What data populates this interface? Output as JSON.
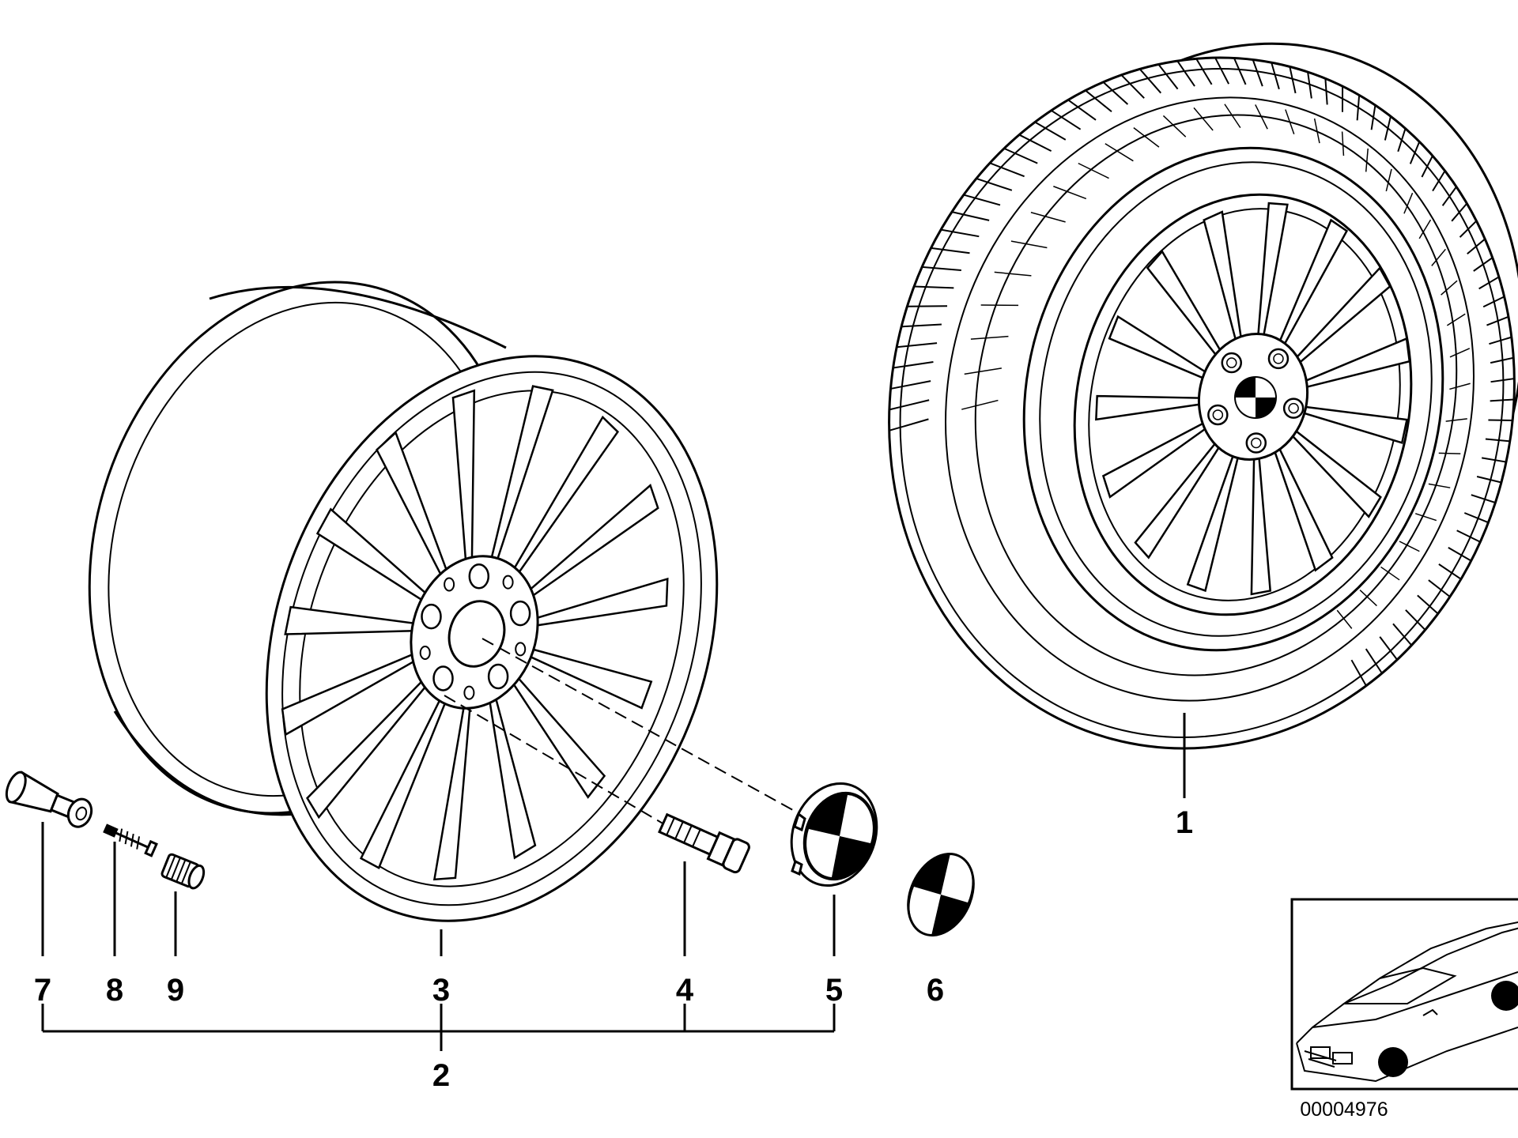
{
  "diagram": {
    "callouts": [
      {
        "id": "1",
        "label": "1"
      },
      {
        "id": "2",
        "label": "2"
      },
      {
        "id": "3",
        "label": "3"
      },
      {
        "id": "4",
        "label": "4"
      },
      {
        "id": "5",
        "label": "5"
      },
      {
        "id": "6",
        "label": "6"
      },
      {
        "id": "7",
        "label": "7"
      },
      {
        "id": "8",
        "label": "8"
      },
      {
        "id": "9",
        "label": "9"
      }
    ],
    "document_number": "00004976",
    "icons": {
      "complete_wheel": "wheel-tire-assembly-icon",
      "rim": "alloy-rim-icon",
      "bolt": "wheel-bolt-icon",
      "hub_cap": "hub-cap-icon",
      "emblem": "emblem-badge-icon",
      "valve": "valve-stem-icon",
      "valve_core": "valve-core-icon",
      "valve_cap": "valve-cap-icon",
      "car": "car-thumbnail-icon"
    },
    "colors": {
      "ink": "#000000",
      "paper": "#ffffff"
    }
  }
}
